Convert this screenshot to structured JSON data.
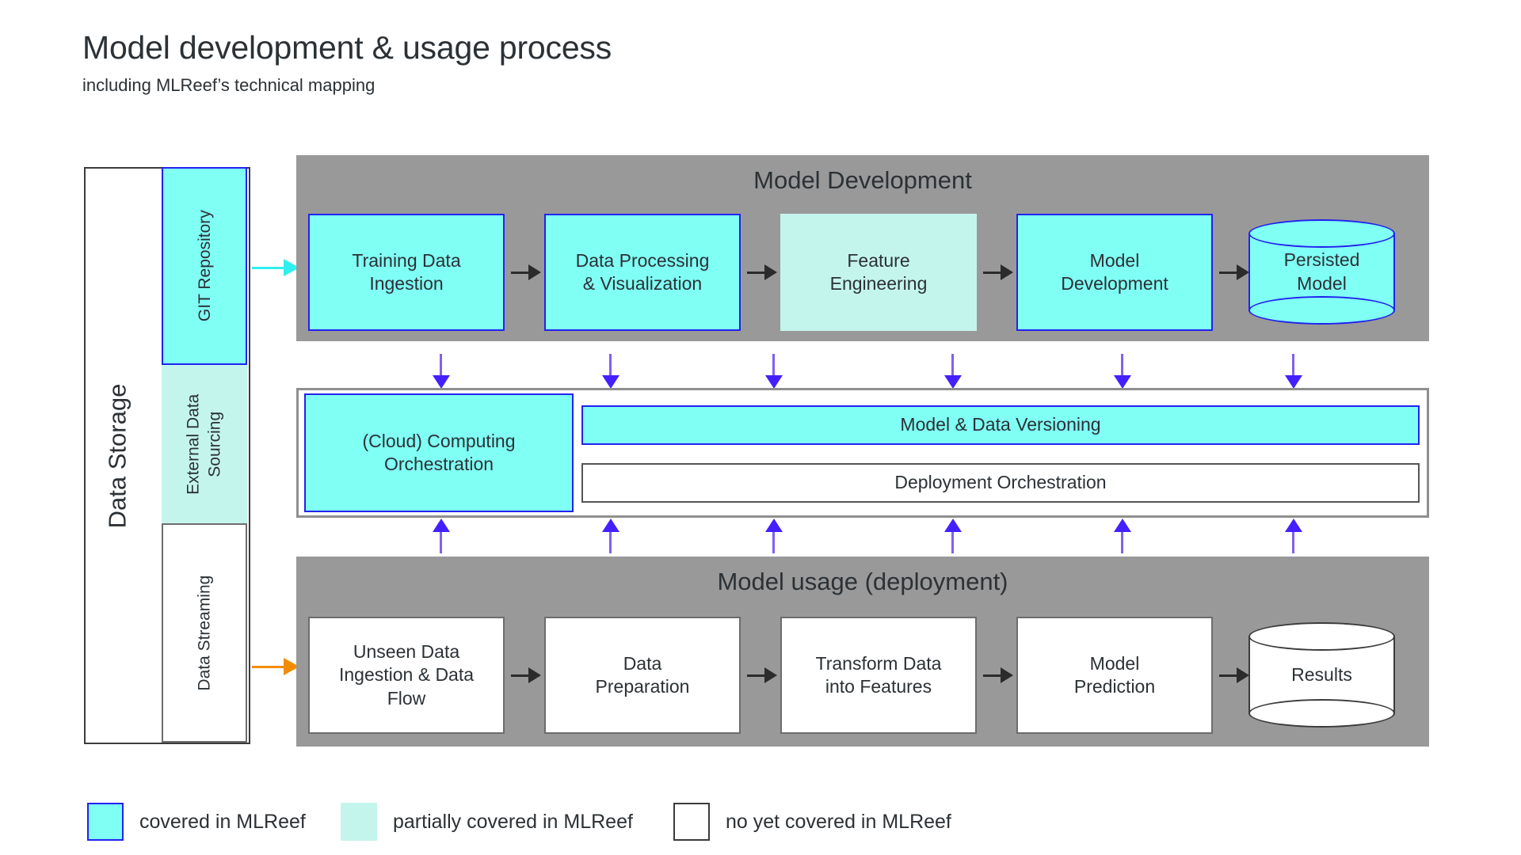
{
  "header": {
    "title": "Model development & usage process",
    "subtitle": "including MLReef’s technical mapping"
  },
  "storage": {
    "label": "Data Storage",
    "items": [
      {
        "label": "GIT Repository",
        "coverage": "covered"
      },
      {
        "label": "External Data Sourcing",
        "coverage": "partial"
      },
      {
        "label": "Data Streaming",
        "coverage": "none"
      }
    ]
  },
  "model_development": {
    "title": "Model Development",
    "steps": [
      {
        "label": "Training Data Ingestion",
        "coverage": "covered",
        "shape": "box"
      },
      {
        "label": "Data Processing & Visualization",
        "coverage": "covered",
        "shape": "box"
      },
      {
        "label": "Feature Engineering",
        "coverage": "partial",
        "shape": "box"
      },
      {
        "label": "Model Development",
        "coverage": "covered",
        "shape": "box"
      },
      {
        "label": "Persisted Model",
        "coverage": "covered",
        "shape": "cylinder"
      }
    ]
  },
  "orchestration": {
    "compute": {
      "label": "(Cloud) Computing Orchestration",
      "coverage": "covered"
    },
    "versioning": {
      "label": "Model & Data Versioning",
      "coverage": "covered"
    },
    "deployment": {
      "label": "Deployment Orchestration",
      "coverage": "none"
    }
  },
  "model_usage": {
    "title": "Model usage (deployment)",
    "steps": [
      {
        "label": "Unseen Data Ingestion & Data Flow",
        "coverage": "none",
        "shape": "box"
      },
      {
        "label": "Data Preparation",
        "coverage": "none",
        "shape": "box"
      },
      {
        "label": "Transform Data into Features",
        "coverage": "none",
        "shape": "box"
      },
      {
        "label": "Model Prediction",
        "coverage": "none",
        "shape": "box"
      },
      {
        "label": "Results",
        "coverage": "none",
        "shape": "cylinder"
      }
    ]
  },
  "legend": {
    "items": [
      {
        "label": "covered in MLReef",
        "coverage": "covered"
      },
      {
        "label": "partially covered in MLReef",
        "coverage": "partial"
      },
      {
        "label": "no yet covered in MLReef",
        "coverage": "none"
      }
    ]
  },
  "colors": {
    "covered_fill": "#80FFF5",
    "covered_stroke": "#2222EE",
    "partial_fill": "#C4F5EC",
    "none_fill": "#FFFFFF",
    "none_stroke": "#6D6D6D",
    "band_gray": "#999999",
    "arrow_black": "#2B2B2B",
    "arrow_purple": "#4420FF",
    "arrow_cyan": "#2FF0F0",
    "arrow_orange": "#F28C00",
    "text": "#2B3135"
  }
}
